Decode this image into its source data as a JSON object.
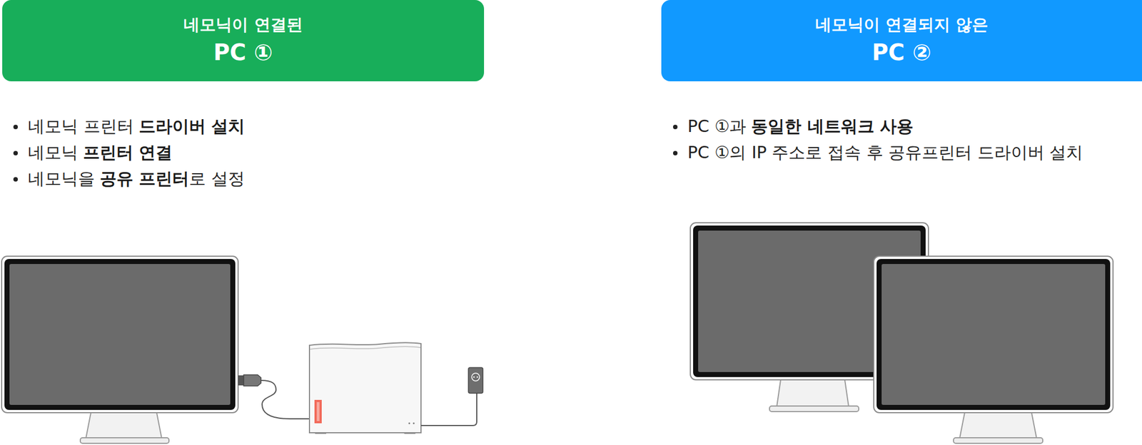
{
  "diagram": {
    "nodes": [
      {
        "text": [
          "네모닉이 연결된",
          "PC ①"
        ]
      },
      {
        "text": [
          "네모닉이 연결되지 않은",
          "PC ②"
        ]
      }
    ],
    "labels": [
      "네모닉 프린터",
      "드라이버 설치",
      "네모닉",
      "프린터 연결",
      "네모닉을",
      "공유 프린터",
      "로 설정",
      "PC ①과",
      "동일한 네트워크 사용",
      "PC ①의 IP 주소로 접속 후 공유프린터 드라이버 설치"
    ]
  }
}
